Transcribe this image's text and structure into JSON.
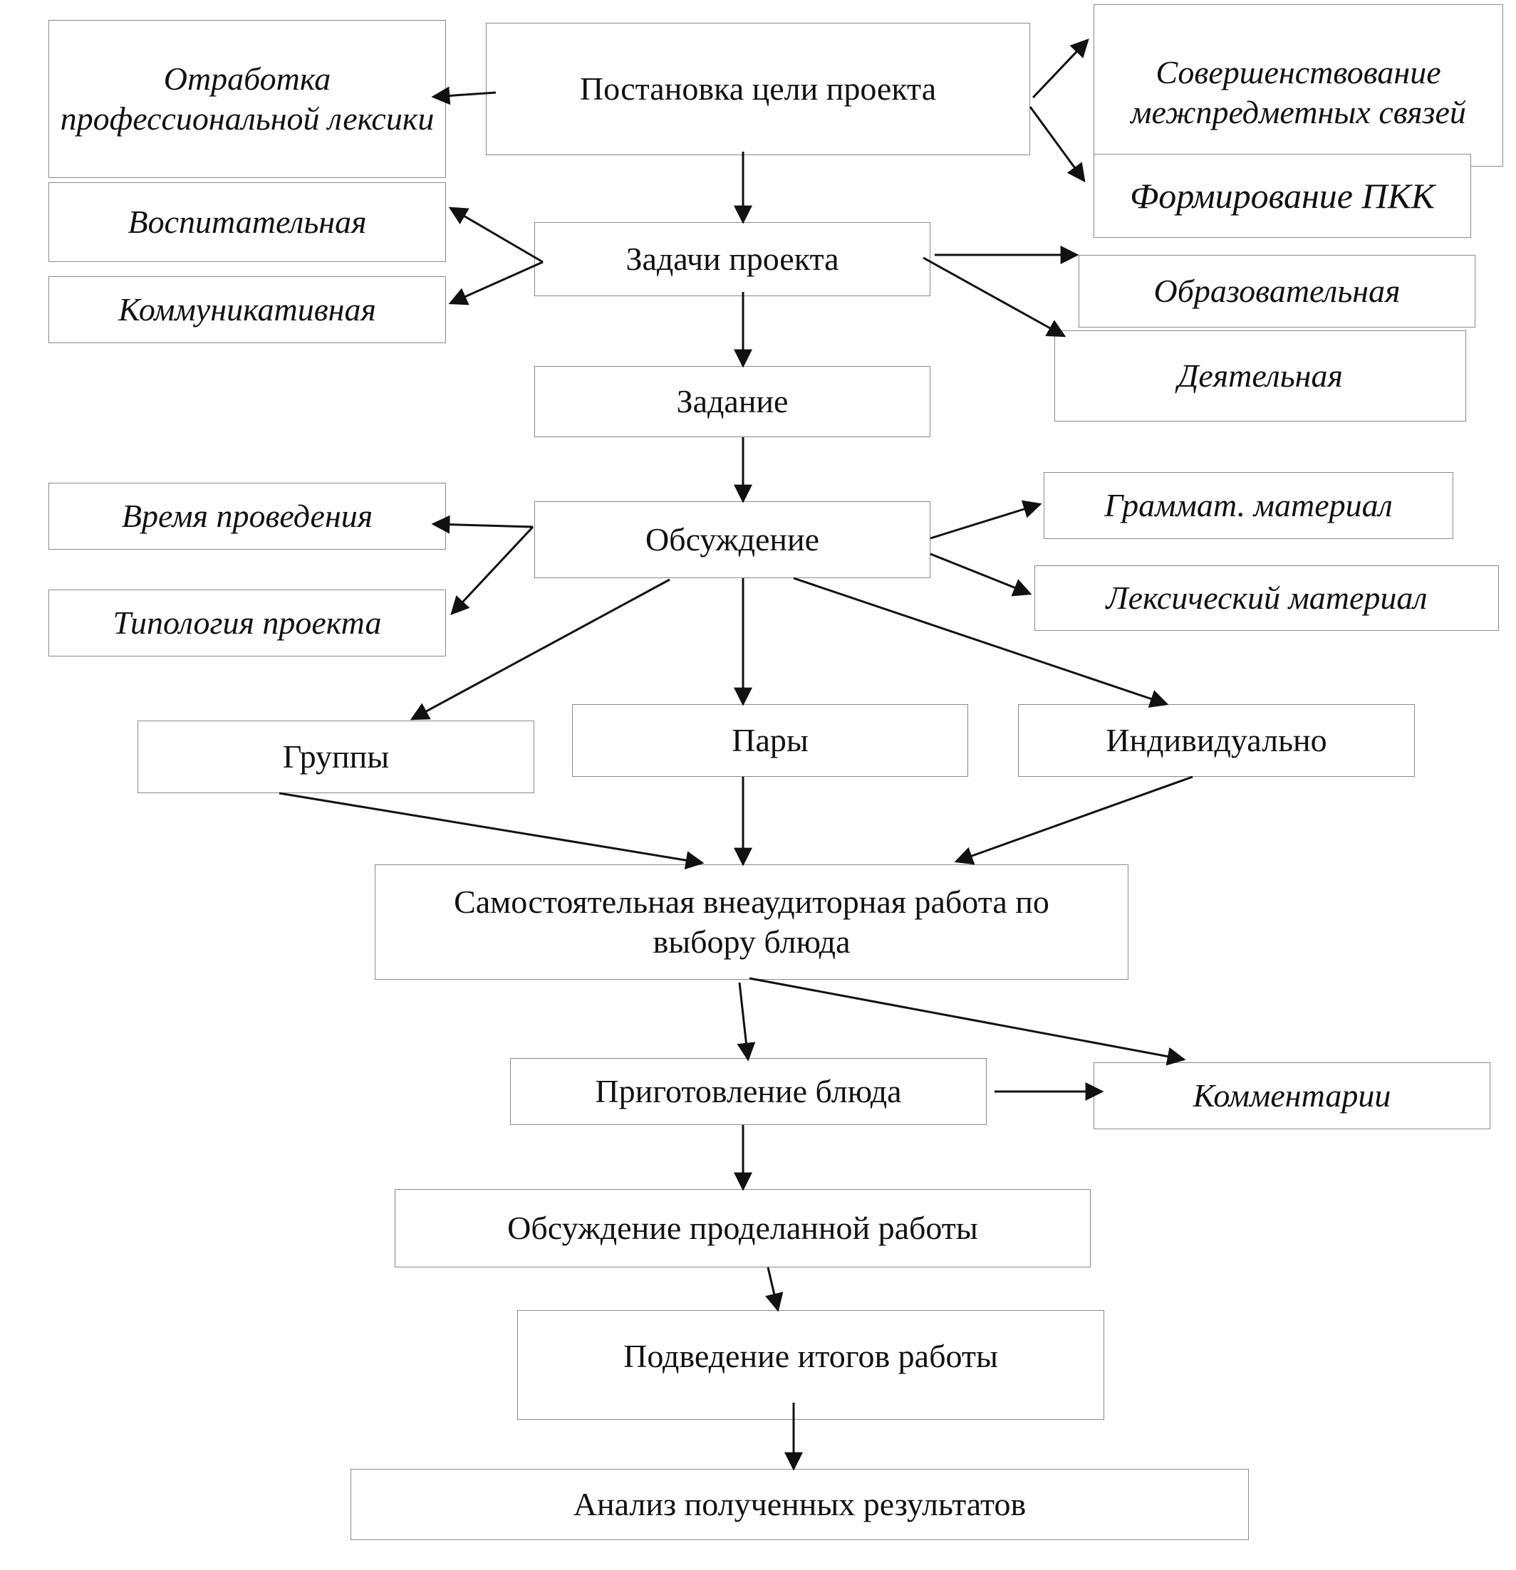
{
  "nodes": {
    "lexicon": "Отработка профессиональной лексики",
    "goal": "Постановка цели проекта",
    "interdisciplinary": "Совершенствование межпредметных связей",
    "pkk": "Формирование ПКК",
    "educational": "Воспитательная",
    "tasks": "Задачи проекта",
    "communicative": "Коммуникативная",
    "formative": "Образовательная",
    "activity": "Деятельная",
    "assignment": "Задание",
    "time": "Время проведения",
    "discussion": "Обсуждение",
    "grammar": "Грамmат. материал",
    "typology": "Типология проекта",
    "lexical": "Лексический материал",
    "groups": "Группы",
    "pairs": "Пары",
    "individual": "Индивидуально",
    "independent": "Самостоятельная внеаудиторная работа по выбору блюда",
    "cooking": "Приготовление блюда",
    "comments": "Комментарии",
    "work_discussion": "Обсуждение проделанной работы",
    "summary": "Подведение итогов работы",
    "analysis": "Анализ полученных результатов"
  }
}
